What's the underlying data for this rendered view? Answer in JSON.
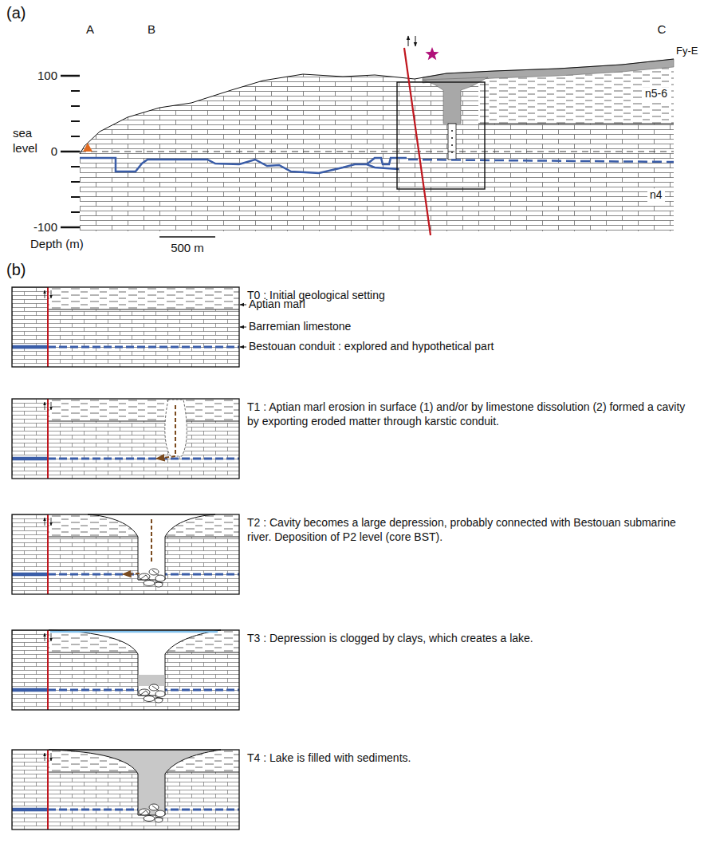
{
  "diagram": {
    "labels": [
      "(a)",
      "A",
      "B",
      "C",
      "100",
      "sea level",
      "0",
      "-100",
      "Depth (m)",
      "500 m",
      "Fy-E",
      "n5-6",
      "n4",
      "(b)",
      "T0 : Initial geological setting",
      "Aptian marl",
      "Barremian limestone",
      "Bestouan conduit : explored and hypothetical part",
      "T1 : Aptian marl erosion in surface (1) and/or by limestone dissolution (2) formed a cavity by exporting eroded matter through karstic conduit.",
      "T2 : Cavity becomes a large depression, probably connected with Bestouan submarine river. Deposition of P2 level (core BST).",
      "T3 : Depression is clogged by clays, which creates a lake.",
      "T4 : Lake is filled with sediments."
    ]
  }
}
